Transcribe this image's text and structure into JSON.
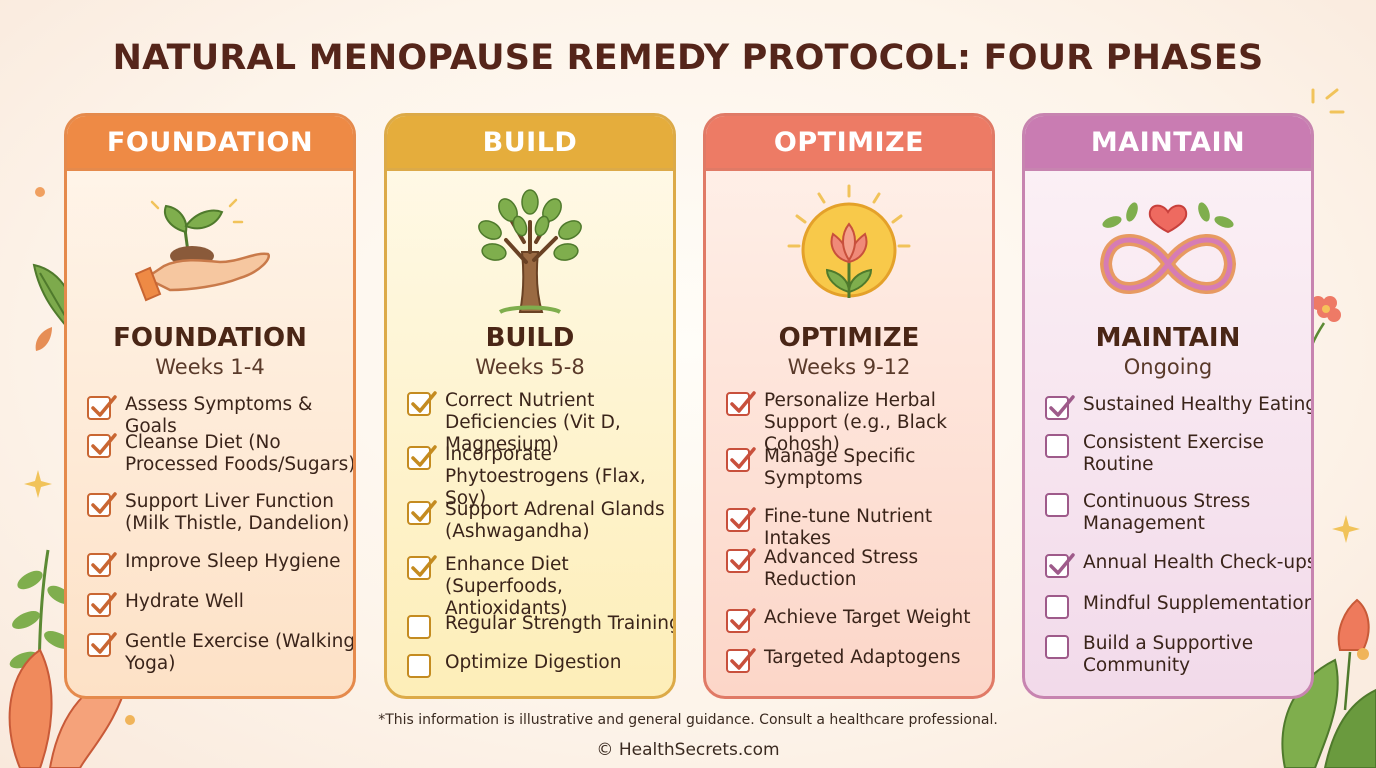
{
  "title": "NATURAL MENOPAUSE REMEDY PROTOCOL: FOUR PHASES",
  "phases": [
    {
      "header": "FOUNDATION",
      "name": "FOUNDATION",
      "duration": "Weeks 1-4",
      "icon": "hand-sprout-icon",
      "colors": {
        "header": "#ee8a45",
        "border": "#e58a4c",
        "bg_top": "#fff6ec",
        "bg_bottom": "#fde1c6",
        "check": "#c96632"
      },
      "items": [
        {
          "text": "Assess Symptoms & Goals",
          "checked": true
        },
        {
          "text": "Cleanse Diet (No Processed Foods/Sugars)",
          "checked": true
        },
        {
          "text": "Support Liver Function (Milk Thistle, Dandelion)",
          "checked": true
        },
        {
          "text": "Improve Sleep Hygiene",
          "checked": true
        },
        {
          "text": "Hydrate Well",
          "checked": true
        },
        {
          "text": "Gentle Exercise (Walking, Yoga)",
          "checked": true
        }
      ]
    },
    {
      "header": "BUILD",
      "name": "BUILD",
      "duration": "Weeks 5-8",
      "icon": "tree-icon",
      "colors": {
        "header": "#e5ad3c",
        "border": "#dcaa48",
        "bg_top": "#fffaea",
        "bg_bottom": "#fdeeb8",
        "check": "#c48b20"
      },
      "items": [
        {
          "text": "Correct Nutrient Deficiencies (Vit D, Magnesium)",
          "checked": true
        },
        {
          "text": "Incorporate Phytoestrogens (Flax, Soy)",
          "checked": true
        },
        {
          "text": "Support Adrenal Glands (Ashwagandha)",
          "checked": true
        },
        {
          "text": "Enhance Diet (Superfoods, Antioxidants)",
          "checked": true
        },
        {
          "text": "Regular Strength Training",
          "checked": false
        },
        {
          "text": "Optimize Digestion",
          "checked": false
        }
      ]
    },
    {
      "header": "OPTIMIZE",
      "name": "OPTIMIZE",
      "duration": "Weeks 9-12",
      "icon": "sun-flower-icon",
      "colors": {
        "header": "#ed7b65",
        "border": "#e07a66",
        "bg_top": "#fff1ea",
        "bg_bottom": "#fcd6c8",
        "check": "#c8503c"
      },
      "items": [
        {
          "text": "Personalize Herbal Support (e.g., Black Cohosh)",
          "checked": true
        },
        {
          "text": "Manage Specific Symptoms",
          "checked": true
        },
        {
          "text": "Fine-tune Nutrient Intakes",
          "checked": true
        },
        {
          "text": "Advanced Stress Reduction",
          "checked": true
        },
        {
          "text": "Achieve Target Weight",
          "checked": true
        },
        {
          "text": "Targeted Adaptogens",
          "checked": true
        }
      ]
    },
    {
      "header": "MAINTAIN",
      "name": "MAINTAIN",
      "duration": "Ongoing",
      "icon": "infinity-heart-icon",
      "colors": {
        "header": "#c97cb2",
        "border": "#c784b0",
        "bg_top": "#fcf2f6",
        "bg_bottom": "#f2daea",
        "check": "#9e5a8a"
      },
      "items": [
        {
          "text": "Sustained Healthy Eating",
          "checked": true
        },
        {
          "text": "Consistent Exercise Routine",
          "checked": false
        },
        {
          "text": "Continuous Stress Management",
          "checked": false
        },
        {
          "text": "Annual Health Check-ups",
          "checked": true
        },
        {
          "text": "Mindful Supplementation",
          "checked": false
        },
        {
          "text": "Build a Supportive Community",
          "checked": false
        }
      ]
    }
  ],
  "disclaimer": "*This information is illustrative and general guidance. Consult a healthcare professional.",
  "copyright": "© HealthSecrets.com"
}
